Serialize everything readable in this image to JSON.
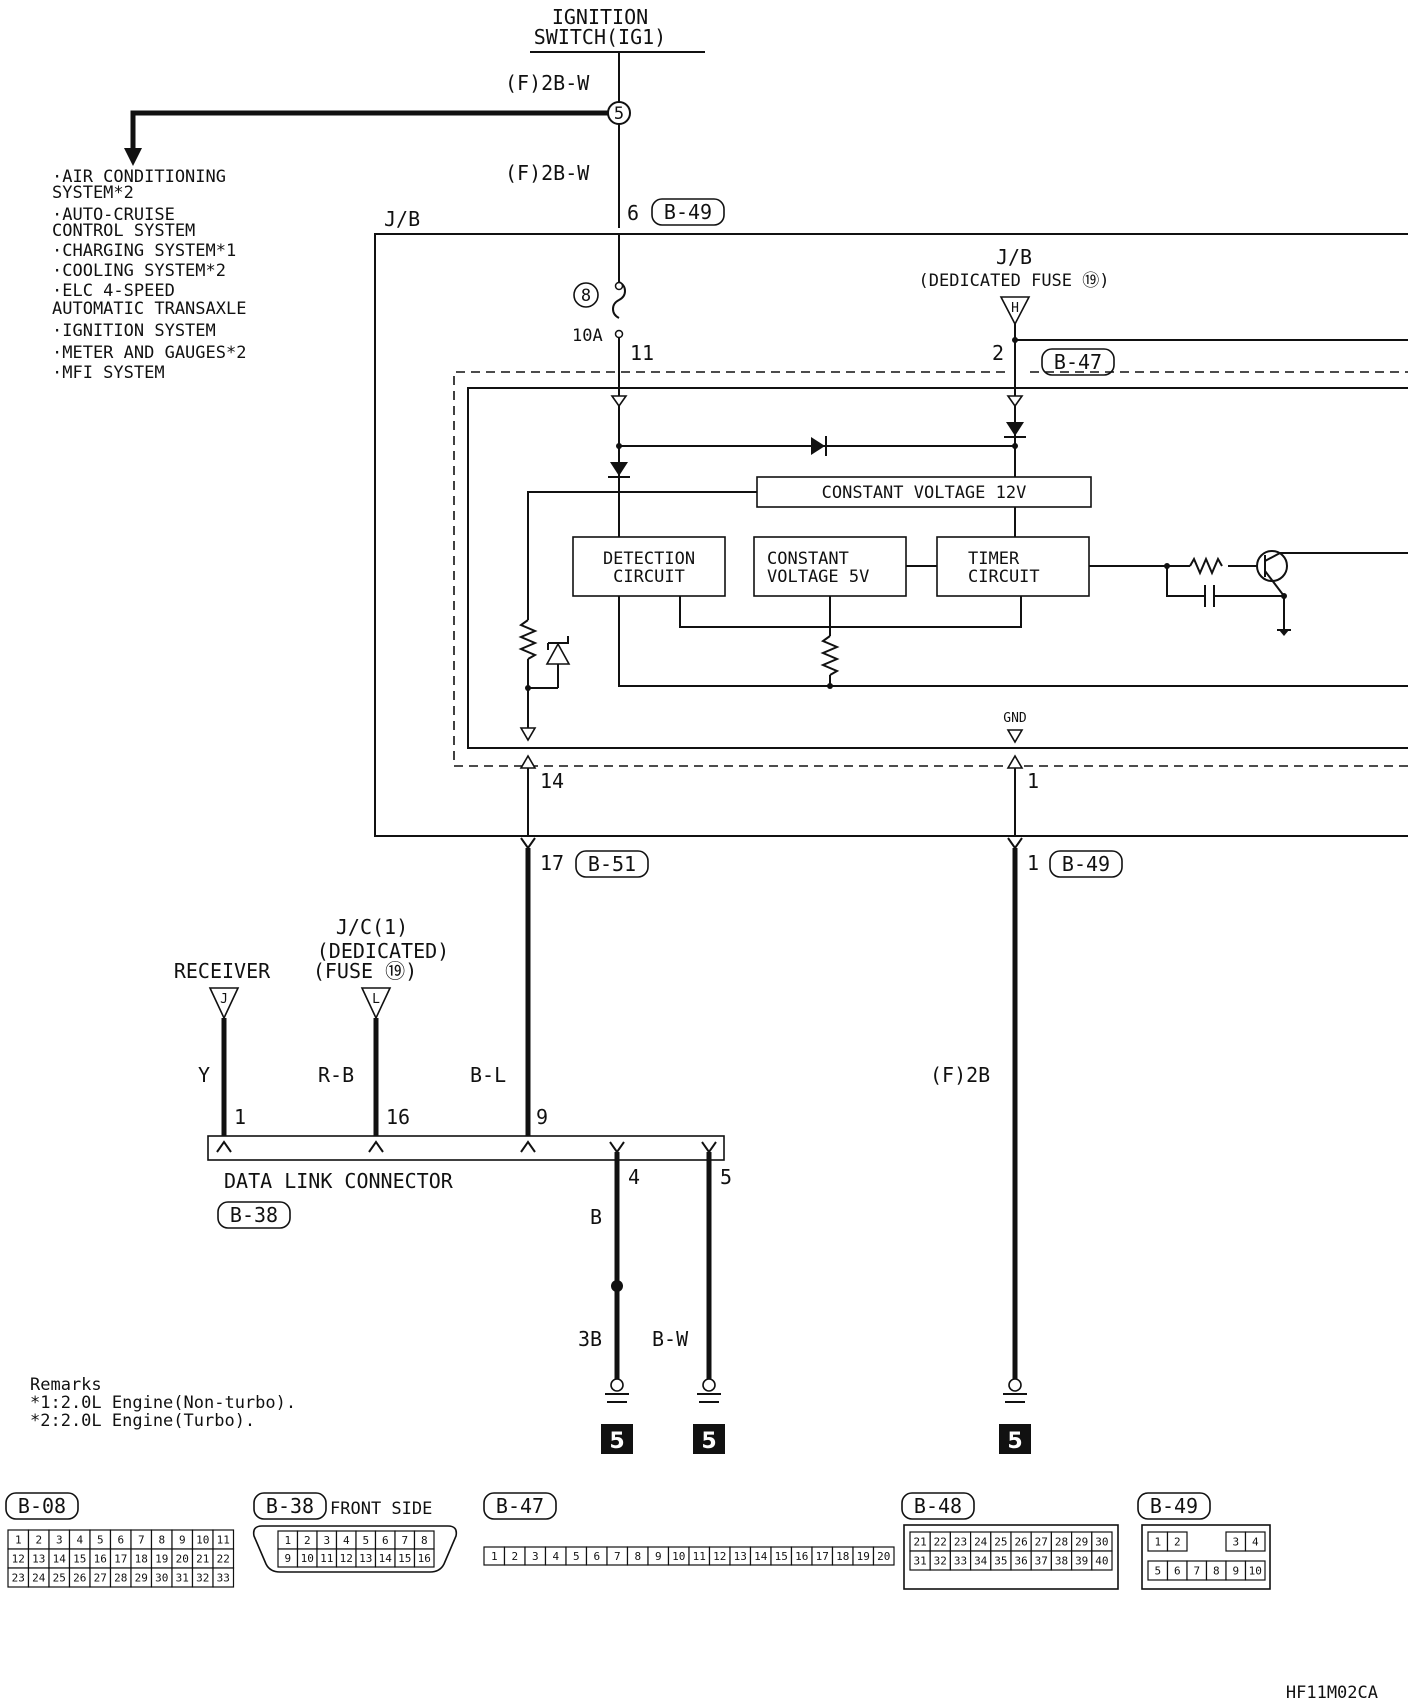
{
  "title": {
    "line1": "IGNITION",
    "line2": "SWITCH(IG1)"
  },
  "wires": {
    "top1": "(F)2B-W",
    "top2": "(F)2B-W",
    "y": "Y",
    "rb": "R-B",
    "bl": "B-L",
    "f2b": "(F)2B",
    "b": "B",
    "threeb": "3B",
    "bw": "B-W"
  },
  "splice": "5",
  "systems": [
    "·AIR CONDITIONING",
    " SYSTEM*2",
    "·AUTO-CRUISE",
    " CONTROL SYSTEM",
    "·CHARGING SYSTEM*1",
    "·COOLING SYSTEM*2",
    "·ELC 4-SPEED",
    " AUTOMATIC TRANSAXLE",
    "·IGNITION SYSTEM",
    "·METER AND GAUGES*2",
    "·MFI SYSTEM"
  ],
  "jb": {
    "label": "J/B",
    "label2": "J/B",
    "dedicated": "(DEDICATED FUSE ⑲)",
    "fuse_no": "8",
    "fuse_rating": "10A",
    "term_h": "H",
    "gnd": "GND"
  },
  "pins": {
    "p6": "6",
    "p11": "11",
    "p2": "2",
    "p14": "14",
    "p1a": "1",
    "p17": "17",
    "p1b": "1",
    "dl1": "1",
    "dl16": "16",
    "dl9": "9",
    "dl4": "4",
    "dl5": "5"
  },
  "connectors": {
    "b49a": "B-49",
    "b47a": "B-47",
    "b51": "B-51",
    "b49b": "B-49",
    "b38": "B-38"
  },
  "circuit": {
    "const12": "CONSTANT VOLTAGE 12V",
    "det1": "DETECTION",
    "det2": "CIRCUIT",
    "cv1": "CONSTANT",
    "cv2": "VOLTAGE 5V",
    "tm1": "TIMER",
    "tm2": "CIRCUIT"
  },
  "receiver": {
    "label": "RECEIVER",
    "term": "J"
  },
  "jc": {
    "l1": "J/C(1)",
    "l2": "(DEDICATED)",
    "l3": "(FUSE ⑲)",
    "term": "L"
  },
  "dlc": {
    "label": "DATA LINK CONNECTOR"
  },
  "ground_no": "5",
  "remarks": {
    "title": "Remarks",
    "r1": "*1:2.0L Engine(Non-turbo).",
    "r2": "*2:2.0L Engine(Turbo)."
  },
  "views": {
    "b08": "B-08",
    "b38": "B-38",
    "b38_side": "FRONT SIDE",
    "b47": "B-47",
    "b48": "B-48",
    "b49": "B-49"
  },
  "b08_rows": [
    [
      "1",
      "2",
      "3",
      "4",
      "5",
      "6",
      "7",
      "8",
      "9",
      "10",
      "11"
    ],
    [
      "12",
      "13",
      "14",
      "15",
      "16",
      "17",
      "18",
      "19",
      "20",
      "21",
      "22"
    ],
    [
      "23",
      "24",
      "25",
      "26",
      "27",
      "28",
      "29",
      "30",
      "31",
      "32",
      "33"
    ]
  ],
  "b38_rows": [
    [
      "1",
      "2",
      "3",
      "4",
      "5",
      "6",
      "7",
      "8"
    ],
    [
      "9",
      "10",
      "11",
      "12",
      "13",
      "14",
      "15",
      "16"
    ]
  ],
  "b47_row": [
    "1",
    "2",
    "3",
    "4",
    "5",
    "6",
    "7",
    "8",
    "9",
    "10",
    "11",
    "12",
    "13",
    "14",
    "15",
    "16",
    "17",
    "18",
    "19",
    "20"
  ],
  "b48_rows": [
    [
      "21",
      "22",
      "23",
      "24",
      "25",
      "26",
      "27",
      "28",
      "29",
      "30"
    ],
    [
      "31",
      "32",
      "33",
      "34",
      "35",
      "36",
      "37",
      "38",
      "39",
      "40"
    ]
  ],
  "b49_rows": [
    [
      "1",
      "2",
      "",
      "3",
      "4"
    ],
    [
      "5",
      "6",
      "7",
      "8",
      "9",
      "10"
    ]
  ],
  "code": "HF11M02CA"
}
